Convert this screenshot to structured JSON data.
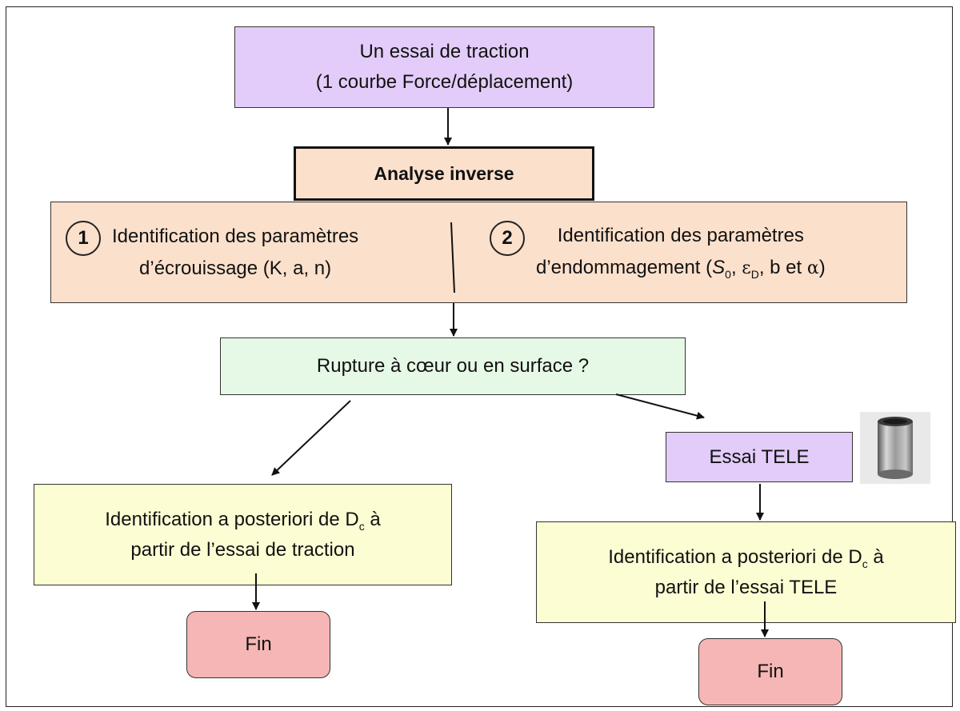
{
  "boxes": {
    "essai_traction": {
      "line1": "Un essai de traction",
      "line2": "(1 courbe Force/déplacement)"
    },
    "analyse_inverse": "Analyse inverse",
    "identification": {
      "step1": {
        "number": "1",
        "line1": "Identification des paramètres",
        "line2": "d’écrouissage (K, a, n)"
      },
      "step2": {
        "number": "2",
        "line1": "Identification des paramètres",
        "line2_prefix": "d’endommagement  (",
        "s_letter": "S",
        "s_sub": "0",
        "sep1": ", ",
        "eps_letter": "ε",
        "eps_sub": "D",
        "middle": ", b et ",
        "alpha": "α",
        "close": ")"
      }
    },
    "rupture": "Rupture à cœur ou en surface ?",
    "essai_tele": "Essai TELE",
    "left_posteriori": {
      "line1_prefix": "Identification a posteriori de D",
      "line1_sub": "c",
      "line1_suffix": " à",
      "line2": "partir de l’essai de traction"
    },
    "right_posteriori": {
      "line1_prefix": "Identification a posteriori de D",
      "line1_sub": "c",
      "line1_suffix": " à",
      "line2": "partir de l’essai TELE"
    },
    "fin_left": "Fin",
    "fin_right": "Fin"
  },
  "colors": {
    "lavender": "#e3ccf9",
    "peach": "#fbe0cc",
    "mint": "#e6f8e6",
    "cream": "#fdfdd4",
    "pink": "#f6b6b6"
  },
  "icons": {
    "specimen": "cylindrical-specimen-photo"
  }
}
